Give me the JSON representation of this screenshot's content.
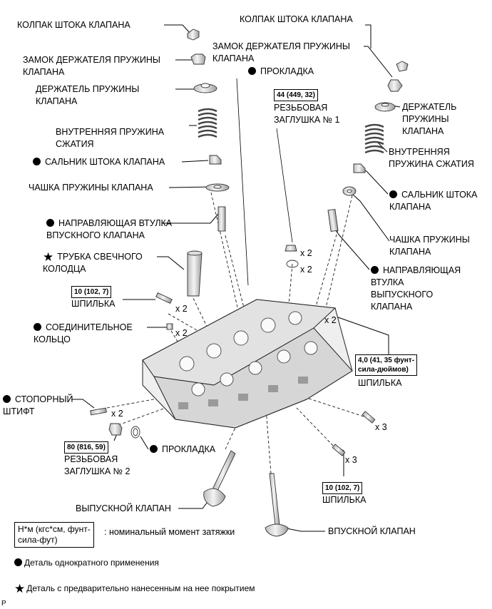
{
  "labels": {
    "stem_cap_left": "КОЛПАК ШТОКА КЛАПАНА",
    "keeper_left": "ЗАМОК ДЕРЖАТЕЛЯ ПРУЖИНЫ\nКЛАПАНА",
    "retainer_left": "ДЕРЖАТЕЛЬ ПРУЖИНЫ\nКЛАПАНА",
    "spring_left": "ВНУТРЕННЯЯ ПРУЖИНА\nСЖАТИЯ",
    "oil_seal_left": "САЛЬНИК ШТОКА КЛАПАНА",
    "seat_left": "ЧАШКА ПРУЖИНЫ КЛАПАНА",
    "intake_guide": "НАПРАВЛЯЮЩАЯ ВТУЛКА\nВПУСКНОГО КЛАПАНА",
    "plug_tube": "ТРУБКА СВЕЧНОГО\nКОЛОДЦА",
    "stud_left": "ШПИЛЬКА",
    "ring_dowel": "СОЕДИНИТЕЛЬНОЕ\nКОЛЬЦО",
    "pin": "СТОПОРНЫЙ\nШТИФТ",
    "plug2": "РЕЗЬБОВАЯ\nЗАГЛУШКА № 2",
    "gasket2": "ПРОКЛАДКА",
    "exhaust_valve": "ВЫПУСКНОЙ КЛАПАН",
    "intake_valve": "ВПУСКНОЙ КЛАПАН",
    "stem_cap_right": "КОЛПАК ШТОКА КЛАПАНА",
    "keeper_right": "ЗАМОК ДЕРЖАТЕЛЯ ПРУЖИНЫ\nКЛАПАНА",
    "gasket1": "ПРОКЛАДКА",
    "plug1": "РЕЗЬБОВАЯ\nЗАГЛУШКА № 1",
    "retainer_right": "ДЕРЖАТЕЛЬ\nПРУЖИНЫ\nКЛАПАНА",
    "spring_right": "ВНУТРЕННЯЯ\nПРУЖИНА СЖАТИЯ",
    "oil_seal_right": "САЛЬНИК ШТОКА\nКЛАПАНА",
    "seat_right": "ЧАШКА ПРУЖИНЫ\nКЛАПАНА",
    "exhaust_guide": "НАПРАВЛЯЮЩАЯ\nВТУЛКА\nВЫПУСКНОГО\nКЛАПАНА",
    "stud_right": "ШПИЛЬКА",
    "stud_bottom": "ШПИЛЬКА"
  },
  "torques": {
    "plug1": "44 (449, 32)",
    "stud_left": "10 (102, 7)",
    "stud_right": "4,0 (41, 35 фунт-\nсила-дюймов)",
    "plug2": "80 (816, 59)",
    "stud_bottom": "10 (102, 7)"
  },
  "multipliers": {
    "plug1": "x 2",
    "gasket1": "x 2",
    "stud_left": "x 2",
    "ring": "x 2",
    "stud_right": "x 2",
    "pin": "x 2",
    "stud_b1": "x 3",
    "stud_b2": "x 3"
  },
  "legend": {
    "unit_box": "Н*м (кгс*см, фунт-\nсила-фут)",
    "unit_desc": ": номинальный момент затяжки",
    "one_time": "Деталь однократного применения",
    "precoated": "Деталь с предварительно нанесенным на нее покрытием",
    "corner": "P"
  },
  "colors": {
    "line": "#000000",
    "part_fill": "#e6e6e6",
    "part_stroke": "#333333"
  }
}
